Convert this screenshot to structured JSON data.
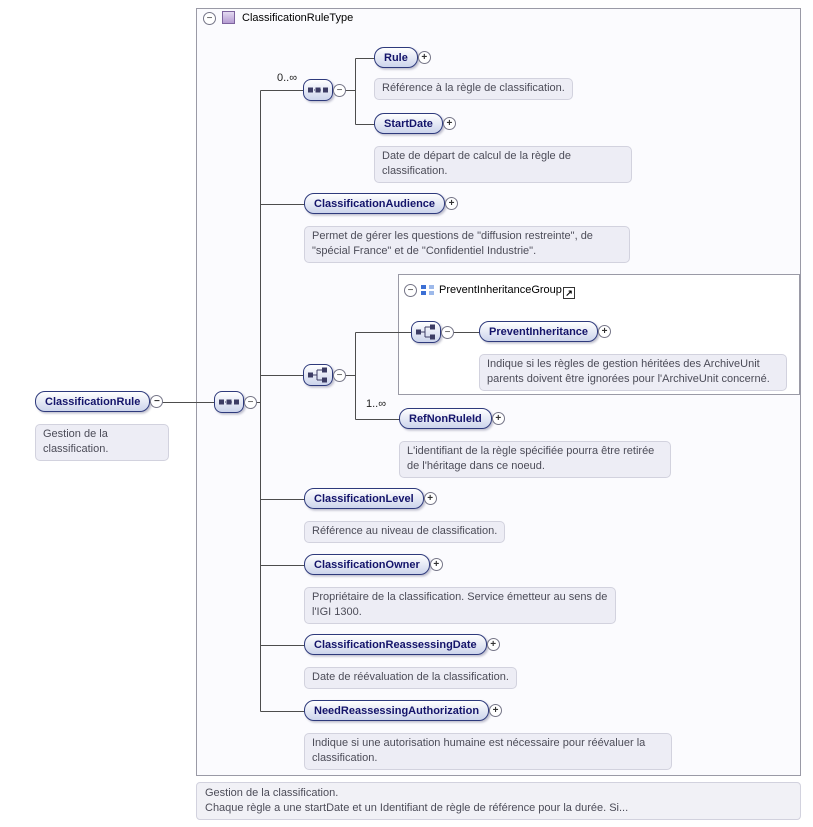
{
  "icons": {
    "plus": "+",
    "minus": "−",
    "link_arrow": "↗"
  },
  "root_type": {
    "label": "ClassificationRuleType"
  },
  "root_element": {
    "label": "ClassificationRule",
    "annotation": "Gestion de la classification."
  },
  "occurrences": {
    "rule_sequence": "0..∞",
    "ref_non_rule_id": "1..∞"
  },
  "elements": {
    "rule": {
      "label": "Rule",
      "annotation": "Référence à la règle de classification."
    },
    "start_date": {
      "label": "StartDate",
      "annotation": "Date de départ de calcul de la règle de classification."
    },
    "classification_audience": {
      "label": "ClassificationAudience",
      "annotation": "Permet de gérer les questions de \"diffusion restreinte\", de \"spécial France\" et de \"Confidentiel Industrie\"."
    },
    "prevent_inheritance_group": {
      "label": "PreventInheritanceGroup"
    },
    "prevent_inheritance": {
      "label": "PreventInheritance",
      "annotation": "Indique si les règles de gestion héritées des ArchiveUnit parents doivent être ignorées pour l'ArchiveUnit concerné."
    },
    "ref_non_rule_id": {
      "label": "RefNonRuleId",
      "annotation": "L'identifiant de la règle spécifiée pourra être retirée de l'héritage dans ce noeud."
    },
    "classification_level": {
      "label": "ClassificationLevel",
      "annotation": "Référence au niveau de classification."
    },
    "classification_owner": {
      "label": "ClassificationOwner",
      "annotation": "Propriétaire de la classification. Service émetteur au sens de l'IGI 1300."
    },
    "classification_reassessing_date": {
      "label": "ClassificationReassessingDate",
      "annotation": "Date de réévaluation de la classification."
    },
    "need_reassessing_authorization": {
      "label": "NeedReassessingAuthorization",
      "annotation": "Indique si une autorisation humaine est nécessaire pour réévaluer la classification."
    }
  },
  "footer": {
    "line1": "Gestion de la classification.",
    "line2": "Chaque règle a une startDate et un Identifiant de règle de référence pour la durée. Si..."
  },
  "colors": {
    "element-border": "#2e3a7c",
    "element-fill-top": "#ffffff",
    "element-fill-bottom": "#ccd4ec",
    "annotation-bg": "#ededf5",
    "annotation-border": "#d2d2de",
    "container-bg": "#fbfbfe",
    "container-border": "#9a9aa6",
    "line-color": "#4d4d4d",
    "complextype-icon": "#e4daf1"
  }
}
